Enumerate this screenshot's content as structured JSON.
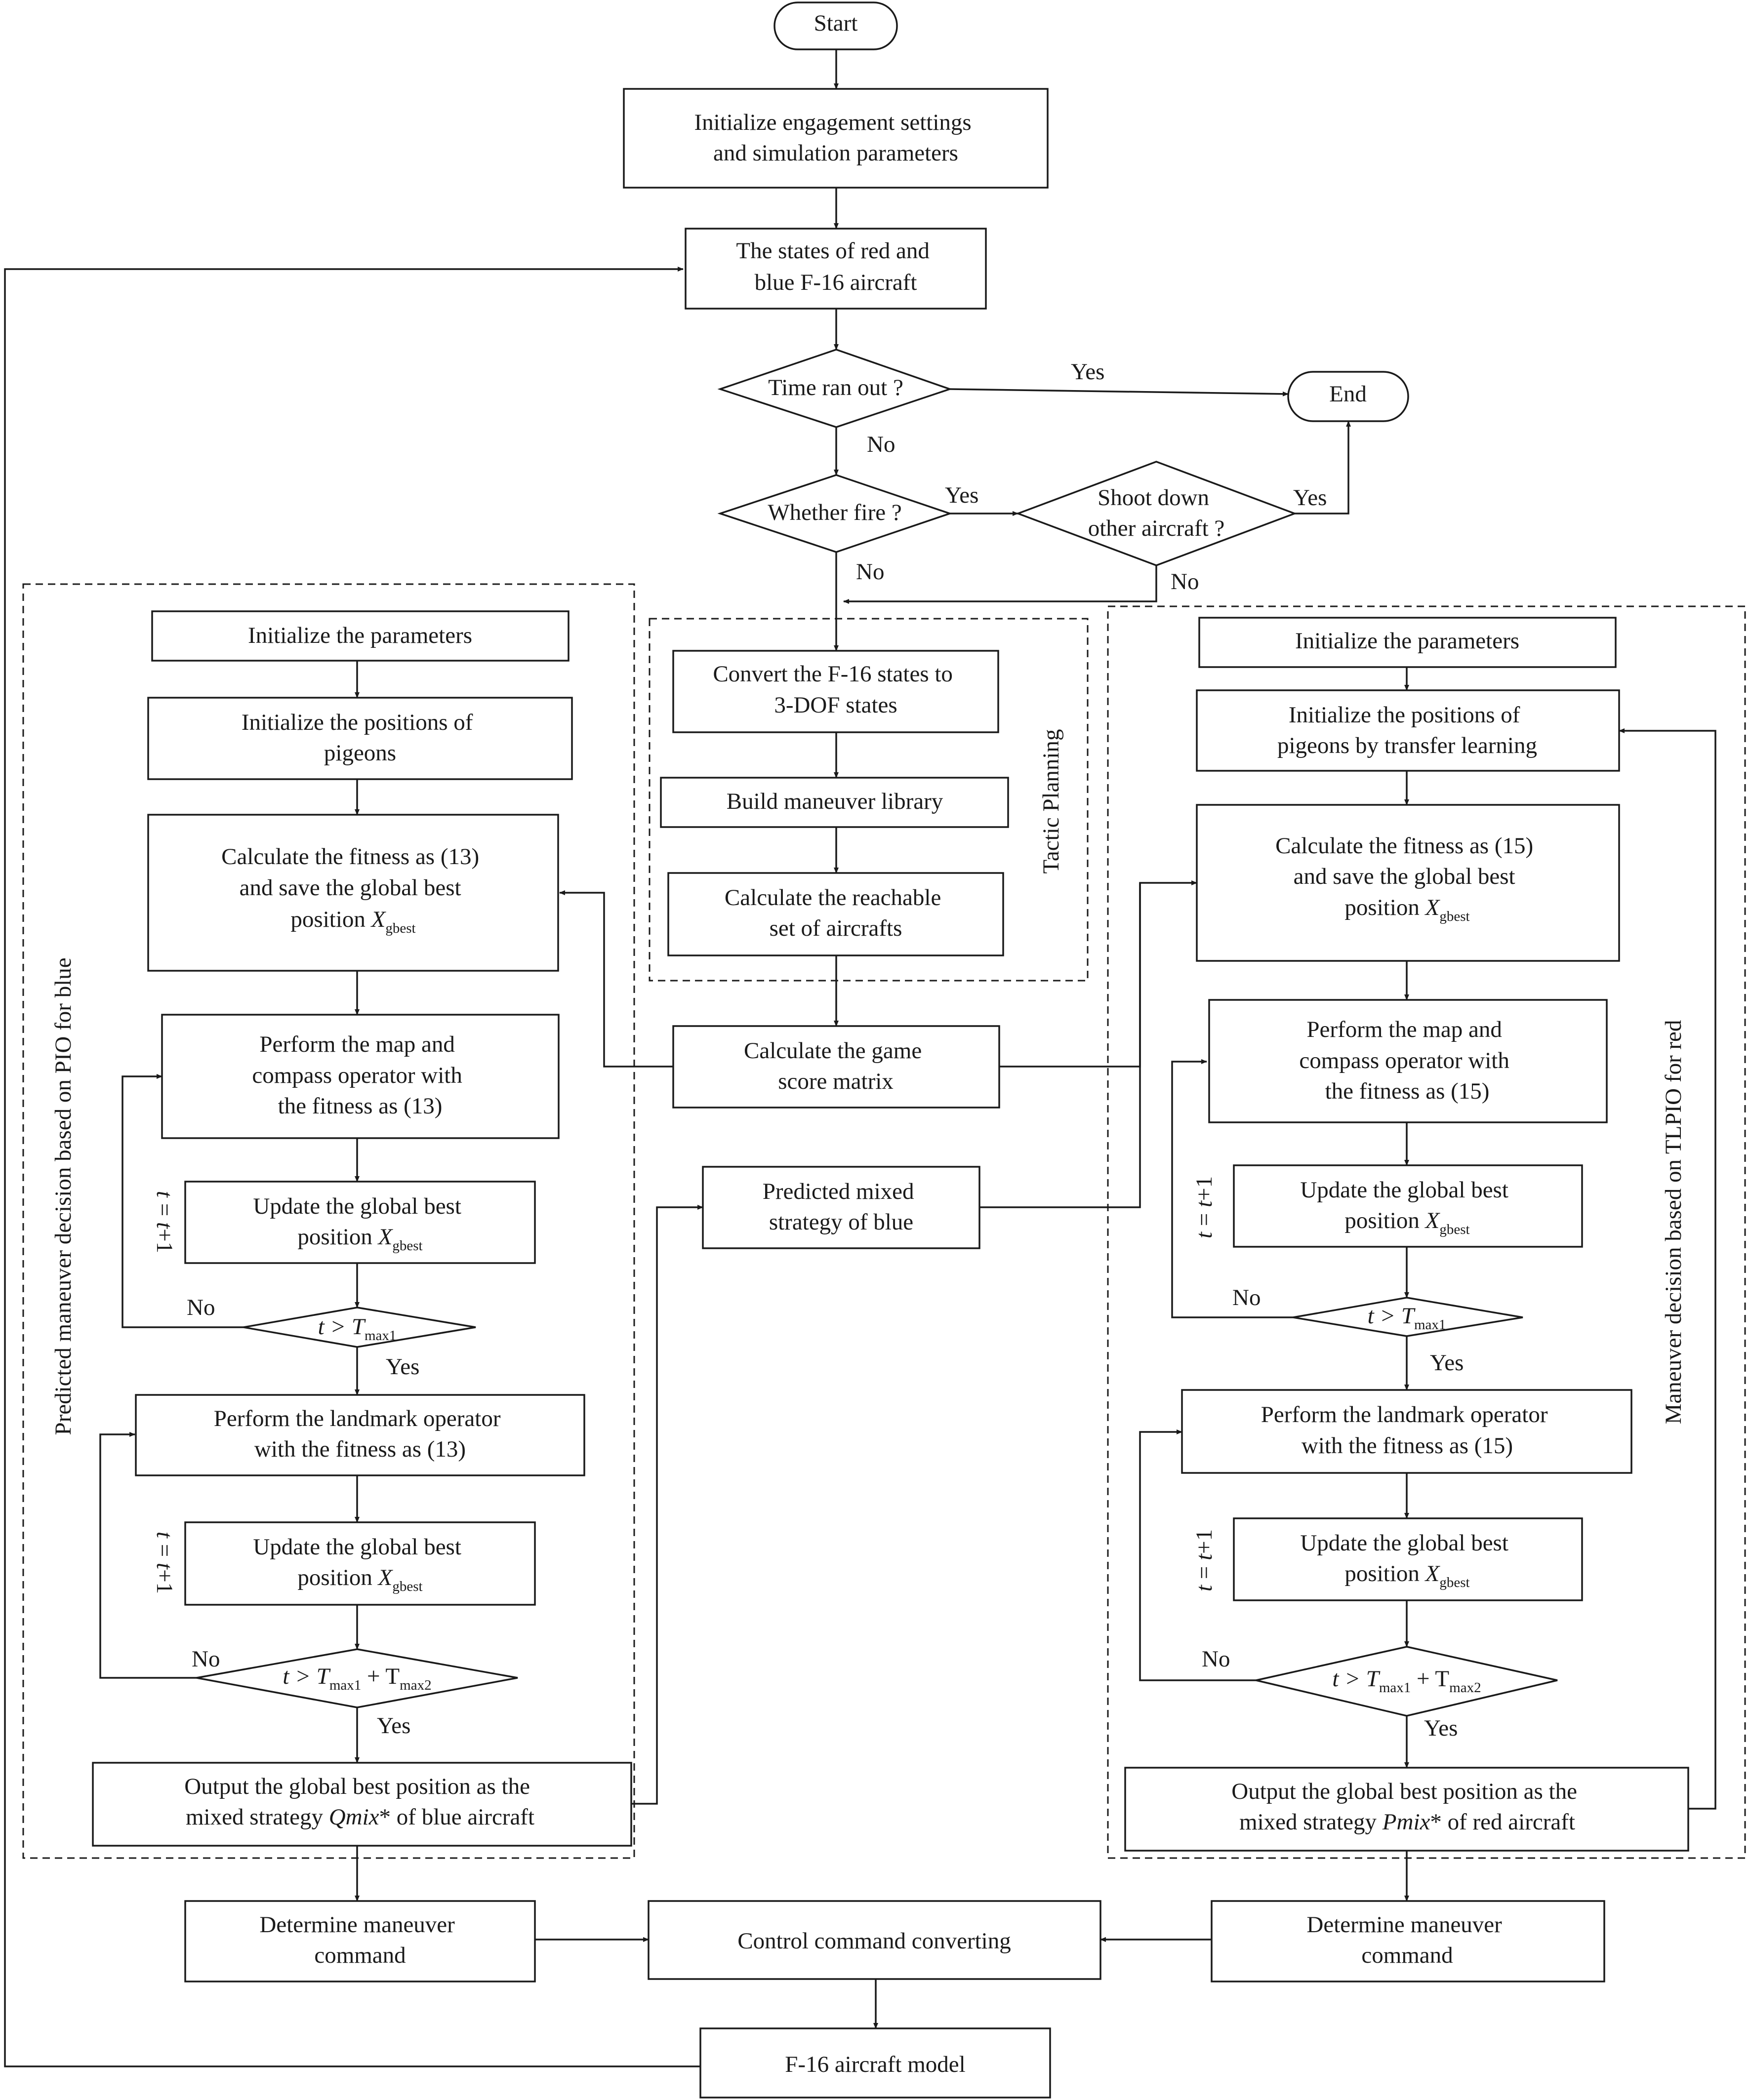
{
  "nodes": {
    "start": "Start",
    "init_settings": [
      "Initialize engagement settings",
      "and simulation parameters"
    ],
    "states": [
      "The states of red and",
      "blue F-16 aircraft"
    ],
    "time_out": "Time ran out ?",
    "end": "End",
    "whether_fire": "Whether fire ?",
    "shoot_down": [
      "Shoot down",
      "other aircraft ?"
    ],
    "convert": [
      "Convert the F-16 states to",
      "3-DOF states"
    ],
    "build_lib": "Build maneuver library",
    "reachable": [
      "Calculate the reachable",
      "set of aircrafts"
    ],
    "game_score": [
      "Calculate the game",
      "score matrix"
    ],
    "predicted_mixed": [
      "Predicted mixed",
      "strategy of blue"
    ],
    "blue_init_params": "Initialize the parameters",
    "blue_init_pos": [
      "Initialize the positions of",
      "pigeons"
    ],
    "blue_fitness": [
      "Calculate the fitness as (13)",
      "and save the global best",
      "position "
    ],
    "blue_map_compass": [
      "Perform the map and",
      "compass operator with",
      "the fitness as (13)"
    ],
    "blue_update1": [
      "Update the global best",
      "position "
    ],
    "blue_cond1": "t > T",
    "blue_landmark": [
      "Perform the landmark operator",
      "with the fitness as (13)"
    ],
    "blue_update2": [
      "Update the global best",
      "position "
    ],
    "blue_cond2_a": "t > T",
    "blue_cond2_b": " + T",
    "blue_output_a": "Output the global best position as the",
    "blue_output_b1": "mixed strategy ",
    "blue_output_b2": "Qmix",
    "blue_output_b3": "* of blue aircraft",
    "red_init_params": "Initialize the parameters",
    "red_init_pos": [
      "Initialize the positions of",
      "pigeons by transfer learning"
    ],
    "red_fitness": [
      "Calculate the fitness as (15)",
      "and save the global best",
      "position "
    ],
    "red_map_compass": [
      "Perform the map and",
      "compass operator with",
      "the fitness as (15)"
    ],
    "red_update1": [
      "Update the global best",
      "position "
    ],
    "red_cond1": "t > T",
    "red_landmark": [
      "Perform the landmark operator",
      "with the fitness as (15)"
    ],
    "red_update2": [
      "Update the global best",
      "position "
    ],
    "red_cond2_a": "t > T",
    "red_cond2_b": " + T",
    "red_output_a": "Output the global best position as the",
    "red_output_b1": "mixed strategy ",
    "red_output_b2": "Pmix",
    "red_output_b3": "* of red aircraft",
    "blue_determine": [
      "Determine maneuver",
      "command"
    ],
    "control_convert": "Control command converting",
    "red_determine": [
      "Determine maneuver",
      "command"
    ],
    "f16_model": "F-16 aircraft model"
  },
  "math": {
    "X": "X",
    "gbest": "gbest",
    "max1": "max1",
    "max2": "max2",
    "iter_t": "t",
    "iter_eq": " = ",
    "iter_t2": "t",
    "iter_plus": "+1"
  },
  "edge_labels": {
    "yes_timeout": "Yes",
    "no_timeout": "No",
    "yes_fire": "Yes",
    "no_fire": "No",
    "yes_shoot": "Yes",
    "no_shoot": "No",
    "blue_no1": "No",
    "blue_yes1": "Yes",
    "blue_no2": "No",
    "blue_yes2": "Yes",
    "red_no1": "No",
    "red_yes1": "Yes",
    "red_no2": "No",
    "red_yes2": "Yes"
  },
  "groups": {
    "blue": "Predicted maneuver decision based on PIO for blue",
    "tactic": "Tactic Planning",
    "red": "Maneuver decision based on TLPIO for red"
  }
}
